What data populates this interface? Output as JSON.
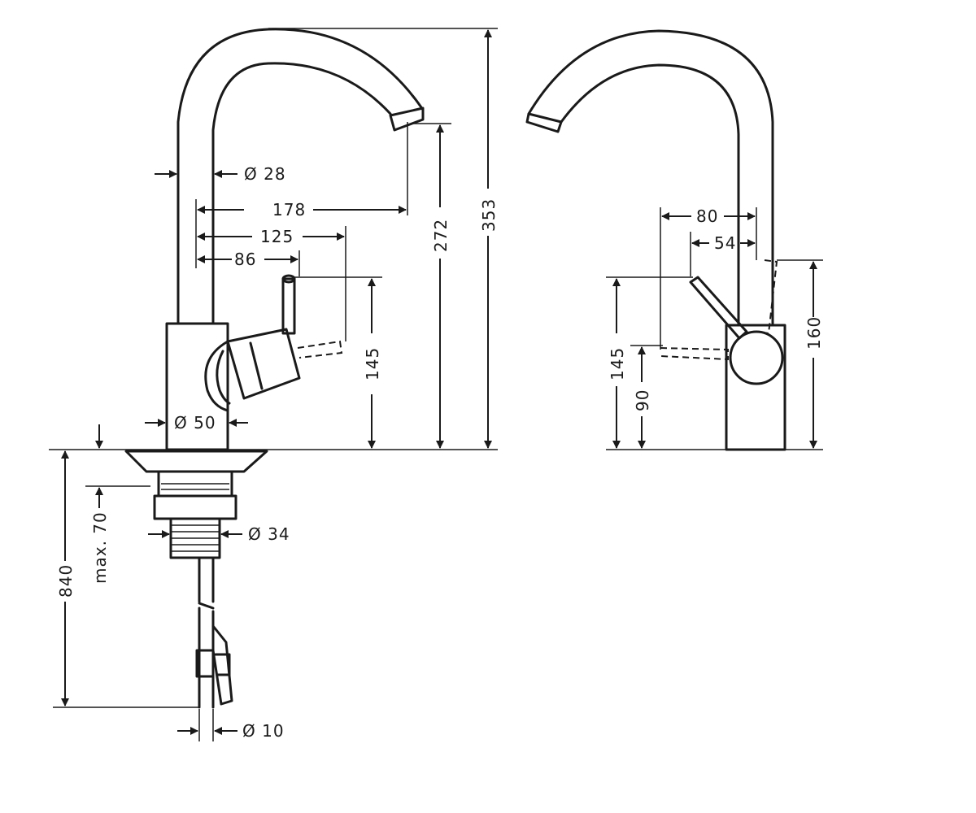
{
  "labels": {
    "dia_spout": "Ø 28",
    "len_178": "178",
    "len_125": "125",
    "len_86": "86",
    "h_145_front": "145",
    "h_272": "272",
    "h_353": "353",
    "dia_body": "Ø 50",
    "dia_thread": "Ø 34",
    "max_70": "max. 70",
    "h_840": "840",
    "dia_hose": "Ø 10",
    "len_80": "80",
    "len_54": "54",
    "h_145_side": "145",
    "h_90": "90",
    "h_160": "160"
  }
}
